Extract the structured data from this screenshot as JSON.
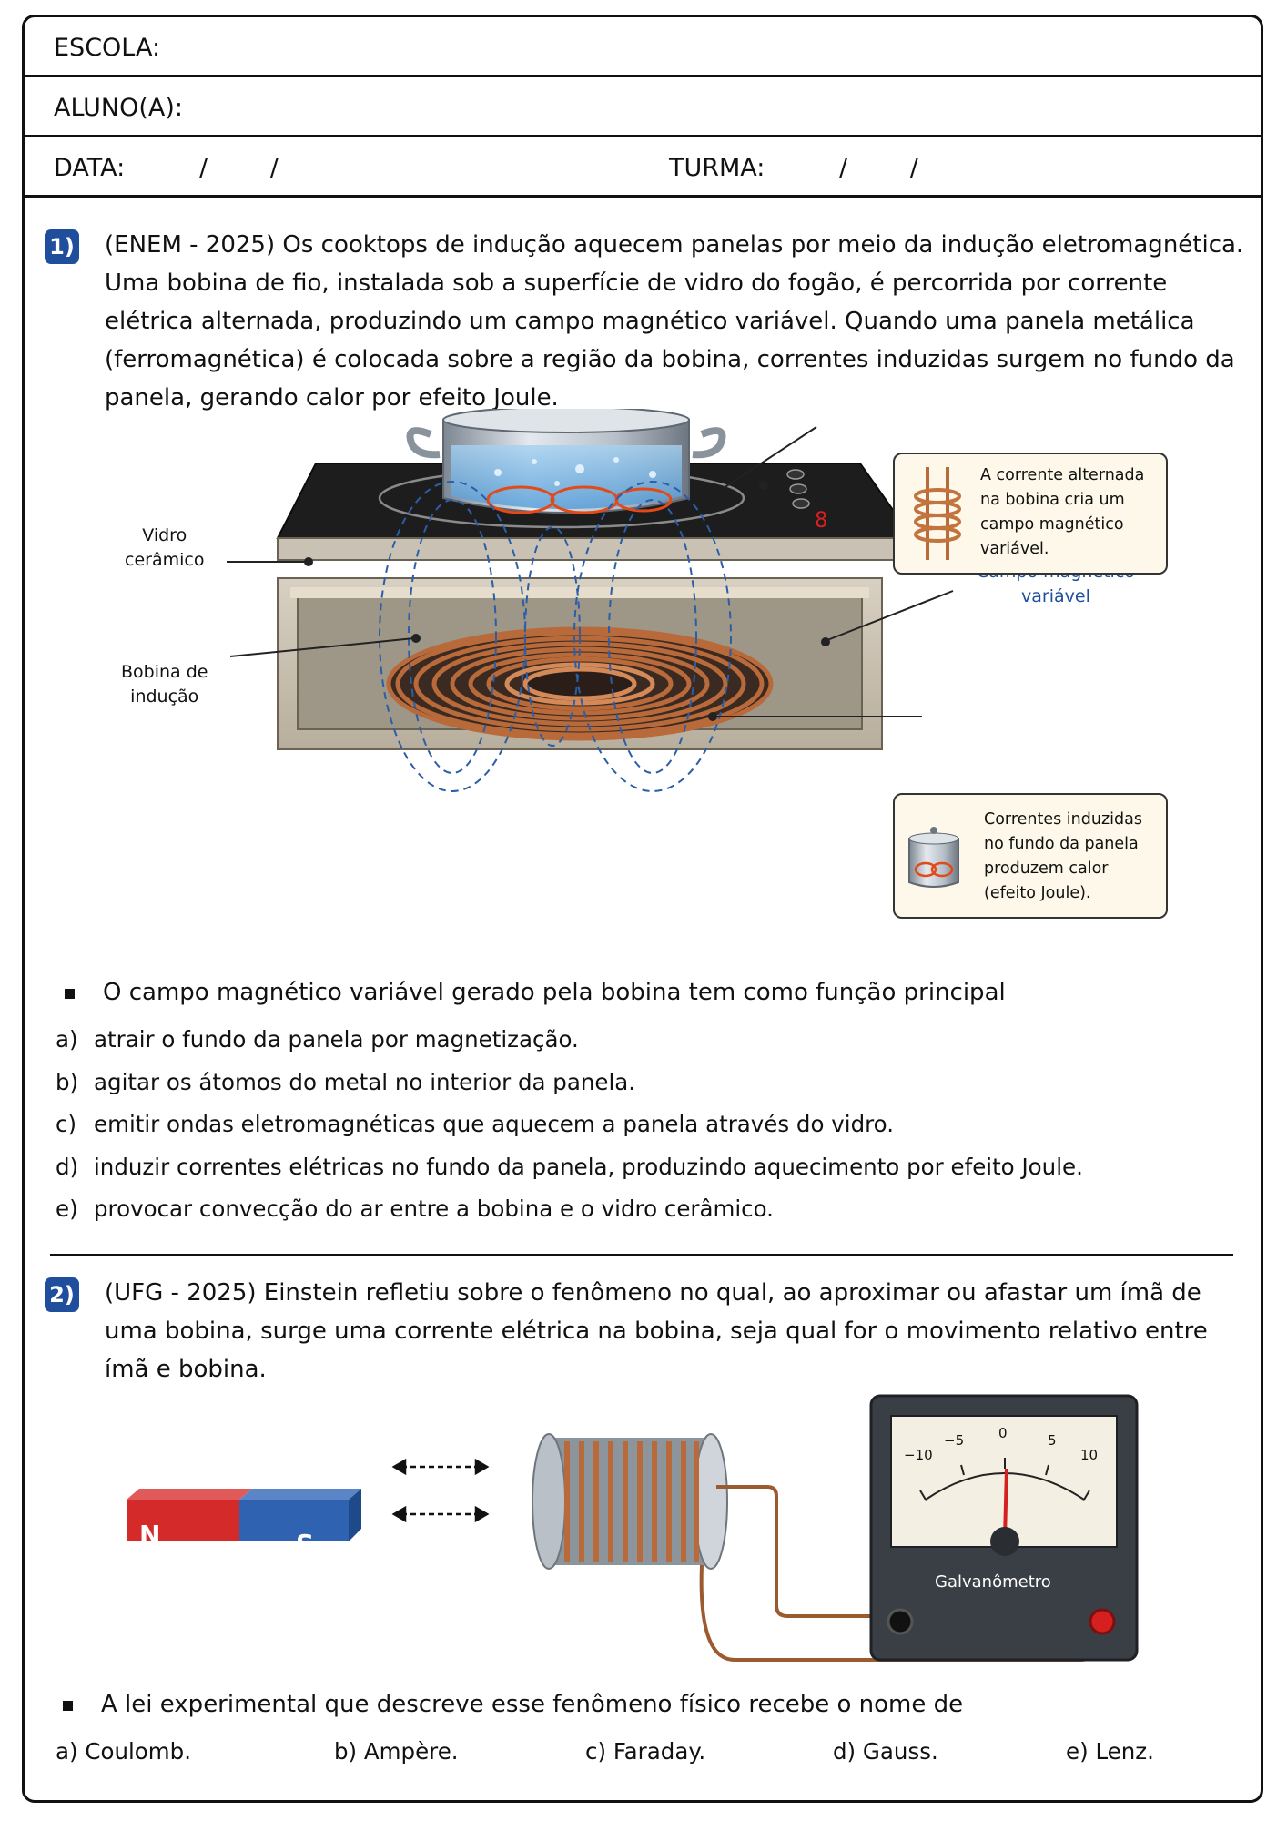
{
  "header": {
    "escola": "ESCOLA:",
    "aluno": "ALUNO(A):",
    "data": "DATA:",
    "data_sep": "/        /",
    "turma": "TURMA:",
    "turma_sep": "/        /"
  },
  "q1": {
    "number": "1)",
    "lines": [
      "(ENEM - 2025) Os cooktops de indução aquecem panelas por meio da indução eletromagnética.",
      "Uma bobina de fio, instalada sob a superfície de vidro do fogão, é percorrida por corrente",
      "elétrica alternada, produzindo um campo magnético variável. Quando uma panela metálica",
      "(ferromagnética) é colocada sobre a região da bobina, correntes induzidas surgem no fundo da",
      "panela, gerando calor por efeito Joule."
    ],
    "figure": {
      "label_vidro": [
        "Vidro",
        "cerâmico"
      ],
      "label_bobina": [
        "Bobina de",
        "indução"
      ],
      "label_campo": [
        "Campo magnético",
        "variável"
      ],
      "callout_top": [
        "A corrente alternada",
        "na bobina cria um",
        "campo magnético",
        "variável."
      ],
      "callout_bottom": [
        "Correntes induzidas",
        "no fundo da panela",
        "produzem calor",
        "(efeito Joule)."
      ],
      "accent_blue": "#1f4f9c"
    },
    "stem": "O campo magnético variável gerado pela bobina tem como função principal",
    "options": [
      {
        "letter": "a)",
        "text": "atrair o fundo da panela por magnetização."
      },
      {
        "letter": "b)",
        "text": "agitar os átomos do metal no interior da panela."
      },
      {
        "letter": "c)",
        "text": "emitir ondas eletromagnéticas que aquecem a panela através do vidro."
      },
      {
        "letter": "d)",
        "text": "induzir correntes elétricas no fundo da panela, produzindo aquecimento por efeito Joule."
      },
      {
        "letter": "e)",
        "text": "provocar convecção do ar entre a bobina e o vidro cerâmico."
      }
    ]
  },
  "q2": {
    "number": "2)",
    "lines": [
      "(UFG - 2025) Einstein refletiu sobre o fenômeno no qual, ao aproximar ou afastar um ímã de",
      "uma bobina, surge uma corrente elétrica na bobina, seja qual for o movimento relativo entre",
      "ímã e bobina."
    ],
    "figure": {
      "magnet_n": "N",
      "magnet_s": "S",
      "meter_label": "Galvanômetro",
      "scale": [
        "−10",
        "−5",
        "0",
        "5",
        "10"
      ]
    },
    "stem": "A lei experimental que descreve esse fenômeno físico recebe o nome de",
    "options": [
      {
        "letter": "a)",
        "text": "Coulomb."
      },
      {
        "letter": "b)",
        "text": "Ampère."
      },
      {
        "letter": "c)",
        "text": "Faraday."
      },
      {
        "letter": "d)",
        "text": "Gauss."
      },
      {
        "letter": "e)",
        "text": "Lenz."
      }
    ]
  }
}
